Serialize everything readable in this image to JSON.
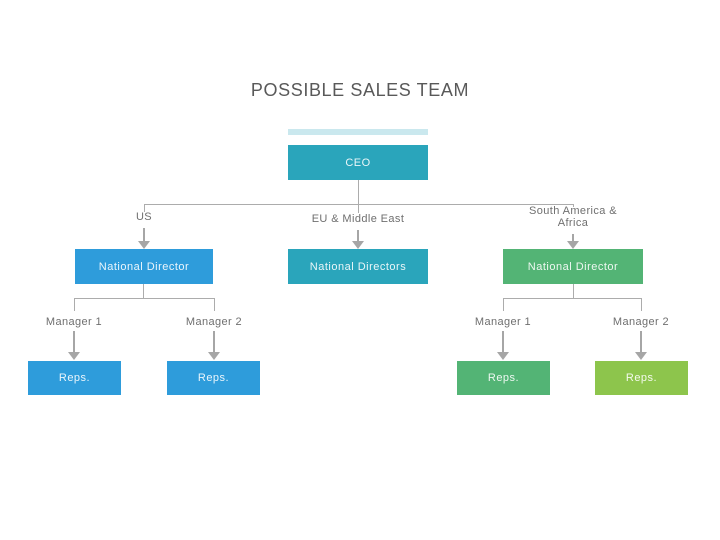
{
  "title": "POSSIBLE SALES TEAM",
  "colors": {
    "teal": "#2AA5BB",
    "blue": "#2E9CDB",
    "green": "#53B475",
    "lime": "#8DC54C",
    "line": "#ACACAC",
    "arrow": "#A6A6A6",
    "label": "#6F6F6F",
    "title_text": "#595959"
  },
  "org": {
    "ceo": "CEO",
    "branches": [
      {
        "region": "US",
        "director": "National Director",
        "managers": [
          {
            "name": "Manager 1",
            "reps": "Reps."
          },
          {
            "name": "Manager 2",
            "reps": "Reps."
          }
        ]
      },
      {
        "region": "EU & Middle East",
        "director": "National Directors",
        "managers": []
      },
      {
        "region": "South America & Africa",
        "director": "National Director",
        "managers": [
          {
            "name": "Manager 1",
            "reps": "Reps."
          },
          {
            "name": "Manager 2",
            "reps": "Reps."
          }
        ]
      }
    ]
  }
}
